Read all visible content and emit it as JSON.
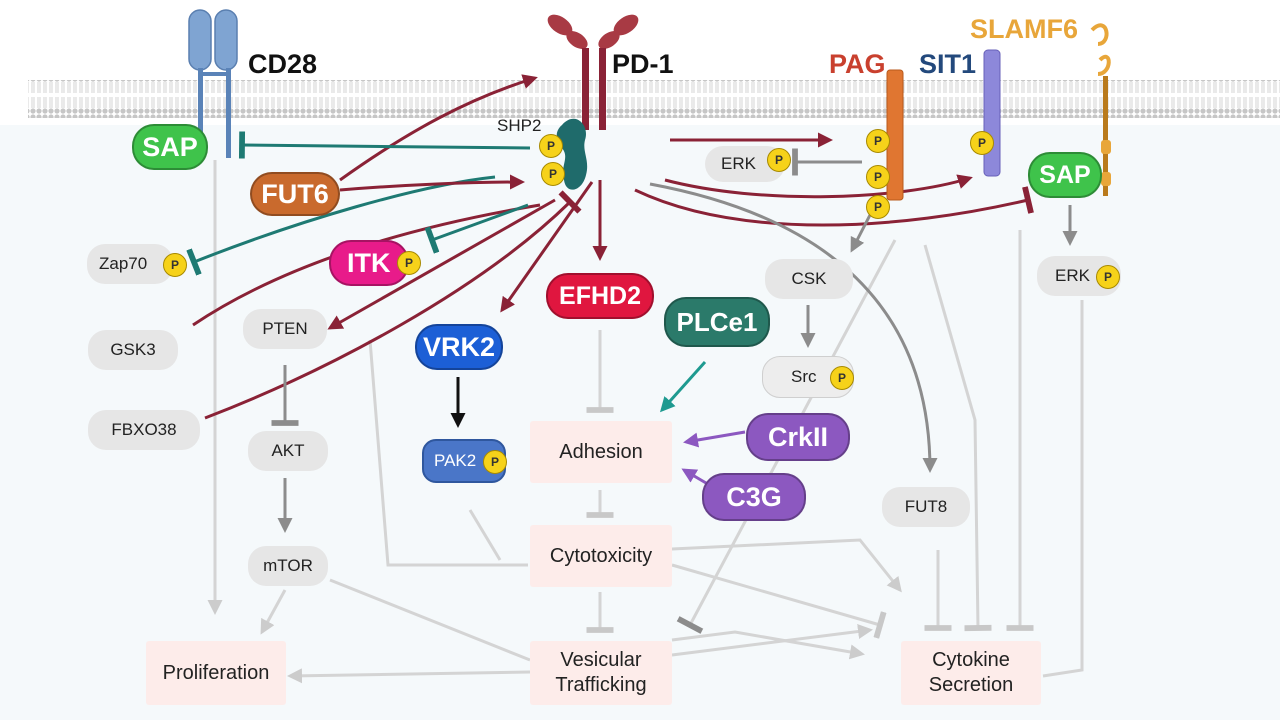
{
  "receptors": {
    "cd28": "CD28",
    "pd1": "PD-1",
    "pag": "PAG",
    "sit1": "SIT1",
    "slamf6": "SLAMF6",
    "shp2": "SHP2"
  },
  "phospho_label": "P",
  "pills": {
    "sap_left": "SAP",
    "sap_right": "SAP",
    "fut6": "FUT6",
    "itk": "ITK",
    "efhd2": "EFHD2",
    "vrk2": "VRK2",
    "plce1": "PLCe1",
    "crkii": "CrkII",
    "c3g": "C3G"
  },
  "nodes": {
    "zap70": "Zap70",
    "gsk3": "GSK3",
    "fbxo38": "FBXO38",
    "pten": "PTEN",
    "akt": "AKT",
    "mtor": "mTOR",
    "pak2": "PAK2",
    "erk_membrane": "ERK",
    "csk": "CSK",
    "src": "Src",
    "erk_right": "ERK",
    "fut8": "FUT8"
  },
  "outcomes": {
    "adhesion": "Adhesion",
    "cytotoxicity": "Cytotoxicity",
    "proliferation": "Proliferation",
    "vesicular_line1": "Vesicular",
    "vesicular_line2": "Trafficking",
    "cytokine_line1": "Cytokine",
    "cytokine_line2": "Secretion"
  },
  "colors": {
    "activation": "#8a2236",
    "inhibition_teal": "#1e7a73",
    "gray_arrow": "#8c8c8c",
    "cd28": "#6f96c6",
    "pd1": "#9e2b36",
    "pag": "#e07631",
    "sit1": "#8d88da",
    "slamf6": "#e8a63a",
    "sap": "#3fc34b",
    "fut6": "#c96a2d",
    "itk": "#e81b8a",
    "efhd2": "#e0163f",
    "vrk2": "#1c5fd6",
    "plce1": "#2b7a6a",
    "crkii": "#8c58c0",
    "c3g": "#8c58c0",
    "pak2": "#4a76c8",
    "phospho": "#f6d21a"
  },
  "icons": [
    "membrane-bilayer",
    "cd28-receptor",
    "pd1-receptor",
    "shp2-phosphatase",
    "pag-adaptor",
    "sit1-adaptor",
    "slamf6-receptor",
    "phospho-badge"
  ]
}
